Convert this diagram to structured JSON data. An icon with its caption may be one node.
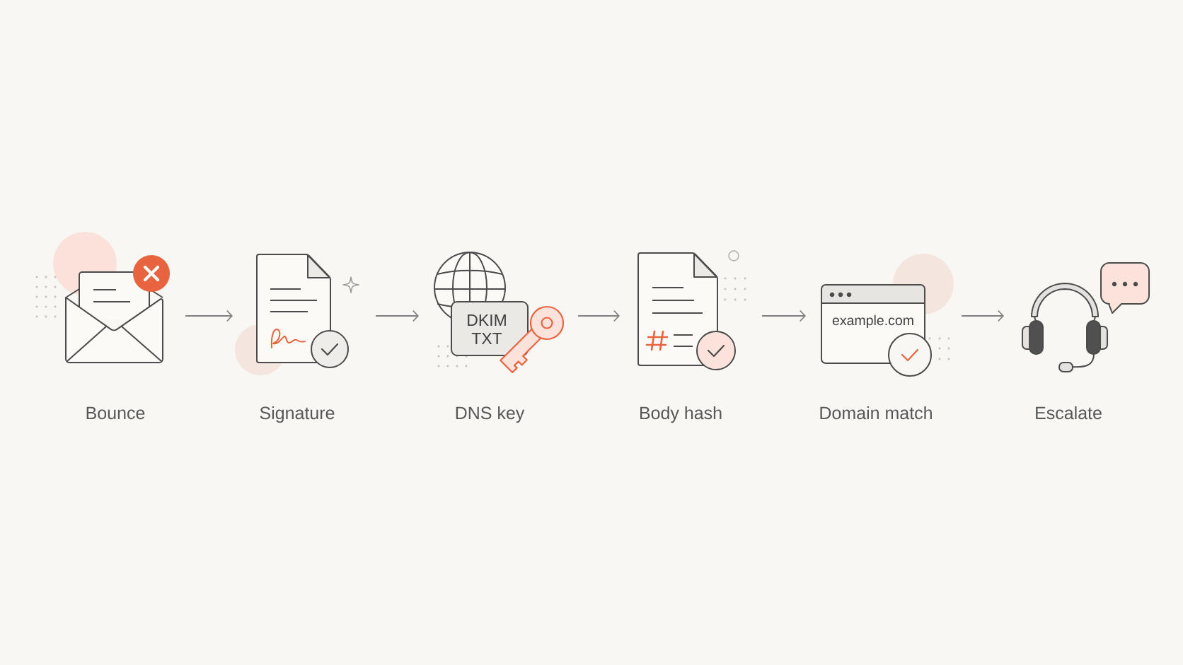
{
  "diagram": {
    "nodes": [
      {
        "text": [
          "Bounce"
        ]
      },
      {
        "text": [
          "Signature"
        ]
      },
      {
        "text": [
          "DKIM TXT",
          "DNS key"
        ]
      },
      {
        "text": [
          "Body hash"
        ]
      },
      {
        "text": [
          "example.com",
          "Domain match"
        ]
      },
      {
        "text": [
          "Escalate"
        ]
      }
    ],
    "edges": [
      {
        "from": 0,
        "to": 1,
        "arrow": "to"
      },
      {
        "from": 1,
        "to": 2,
        "arrow": "to"
      },
      {
        "from": 2,
        "to": 3,
        "arrow": "to"
      },
      {
        "from": 3,
        "to": 4,
        "arrow": "to"
      },
      {
        "from": 4,
        "to": 5,
        "arrow": "to"
      }
    ]
  }
}
